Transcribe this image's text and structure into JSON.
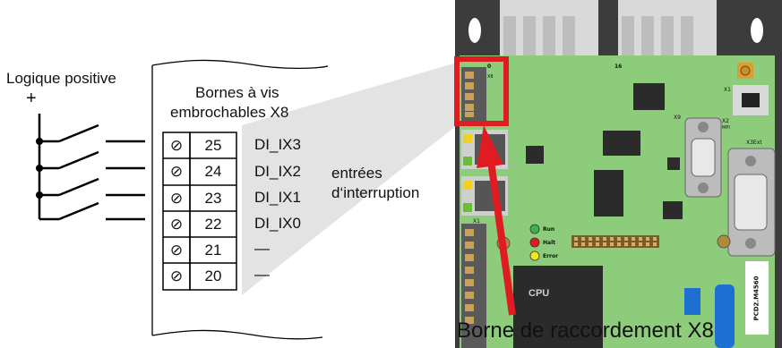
{
  "logic_label": "Logique positive",
  "plus_sign": "+",
  "terminal_title_line1": "Bornes à vis",
  "terminal_title_line2": "embrochables X8",
  "screw_symbol": "⊘",
  "terminals": [
    {
      "pin": "25",
      "signal": "DI_IX3"
    },
    {
      "pin": "24",
      "signal": "DI_IX2"
    },
    {
      "pin": "23",
      "signal": "DI_IX1"
    },
    {
      "pin": "22",
      "signal": "DI_IX0"
    },
    {
      "pin": "21",
      "signal": "—"
    },
    {
      "pin": "20",
      "signal": "—"
    }
  ],
  "interrupt_label_line1": "entrées",
  "interrupt_label_line2": "d‘interruption",
  "bottom_caption": "Borne de raccordement X8",
  "board": {
    "label_0": "0",
    "label_16": "16",
    "label_x8": "X8",
    "label_x1": "X1",
    "label_x9": "X9",
    "label_x2": "X2",
    "label_mpi": "MPI",
    "label_x3ext": "X3Ext",
    "label_x1b": "X1",
    "led_run": "Run",
    "led_halt": "Halt",
    "led_error": "Error",
    "cpu_label": "CPU",
    "model_label": "PCD2.M4560"
  },
  "colors": {
    "board_green": "#8dcc7a",
    "highlight_red": "#e11b22",
    "run_led": "#39b54a",
    "halt_led": "#e11b22",
    "error_led": "#f5e51e"
  }
}
